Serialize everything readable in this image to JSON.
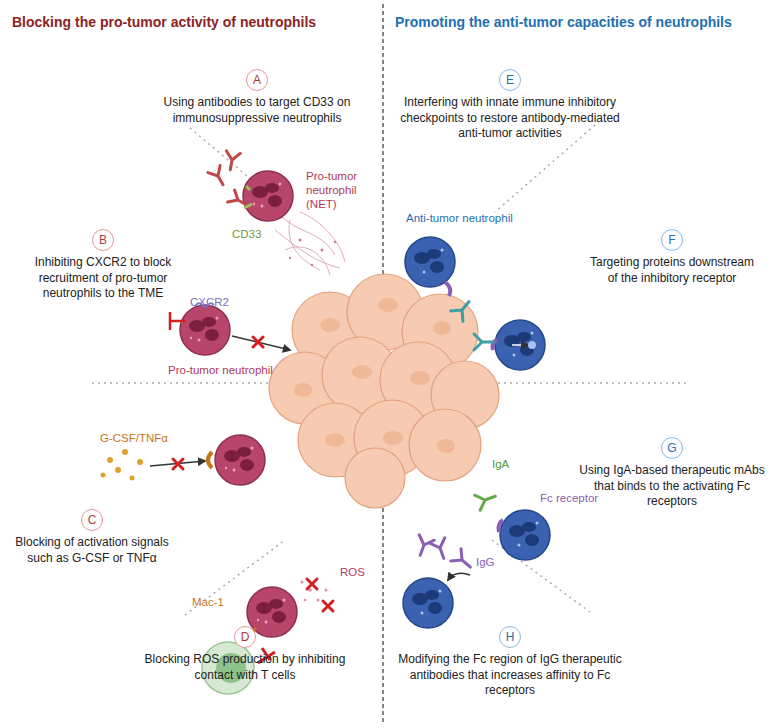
{
  "diagram": {
    "nodes": [
      {
        "text": [
          "A",
          "Using antibodies to target CD33 on immunosuppressive neutrophils"
        ]
      },
      {
        "text": [
          "B",
          "Inhibiting CXCR2 to block recruitment of pro-tumor neutrophils to the TME"
        ]
      },
      {
        "text": [
          "C",
          "Blocking of activation signals such as G-CSF or TNFα"
        ]
      },
      {
        "text": [
          "D",
          "Blocking ROS production by inhibiting contact with T cells"
        ]
      },
      {
        "text": [
          "E",
          "Interfering with innate immune inhibitory checkpoints to restore antibody-mediated anti-tumor activities"
        ]
      },
      {
        "text": [
          "F",
          "Targeting proteins downstream of the inhibitory receptor"
        ]
      },
      {
        "text": [
          "G",
          "Using IgA-based therapeutic mAbs that binds to the activating Fc receptors"
        ]
      },
      {
        "text": [
          "H",
          "Modifying the Fc region of IgG therapeutic antibodies that increases affinity to Fc receptors"
        ]
      }
    ],
    "labels": [
      "Blocking the pro-tumor activity of neutrophils",
      "Promoting the anti-tumor capacities of neutrophils",
      "Pro-tumor neutrophil (NET)",
      "CD33",
      "CXCR2",
      "Pro-tumor neutrophil",
      "G-CSF/TNFα",
      "ROS",
      "Mac-1",
      "Anti-tumor neutrophil",
      "IgA",
      "Fc receptor",
      "IgG"
    ]
  }
}
